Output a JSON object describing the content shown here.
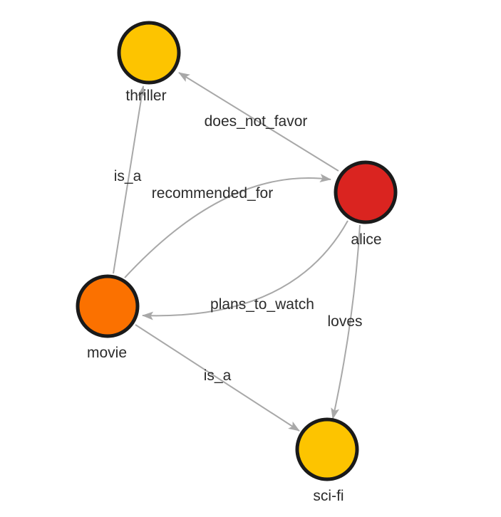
{
  "canvas": {
    "background_color": "#FFFFFF",
    "edge_color": "#A8A8A8",
    "node_border_color": "#1A1A1A",
    "label_color": "#2B2B2B"
  },
  "graph": {
    "nodes": [
      {
        "id": "thriller",
        "label": "thriller",
        "color": "#FDC400"
      },
      {
        "id": "alice",
        "label": "alice",
        "color": "#DA2420"
      },
      {
        "id": "movie",
        "label": "movie",
        "color": "#FB7100"
      },
      {
        "id": "sci-fi",
        "label": "sci-fi",
        "color": "#FDC400"
      }
    ],
    "edges": [
      {
        "from": "movie",
        "to": "thriller",
        "label": "is_a"
      },
      {
        "from": "alice",
        "to": "thriller",
        "label": "does_not_favor"
      },
      {
        "from": "movie",
        "to": "alice",
        "label": "recommended_for"
      },
      {
        "from": "alice",
        "to": "movie",
        "label": "plans_to_watch"
      },
      {
        "from": "alice",
        "to": "sci-fi",
        "label": "loves"
      },
      {
        "from": "movie",
        "to": "sci-fi",
        "label": "is_a"
      }
    ]
  }
}
